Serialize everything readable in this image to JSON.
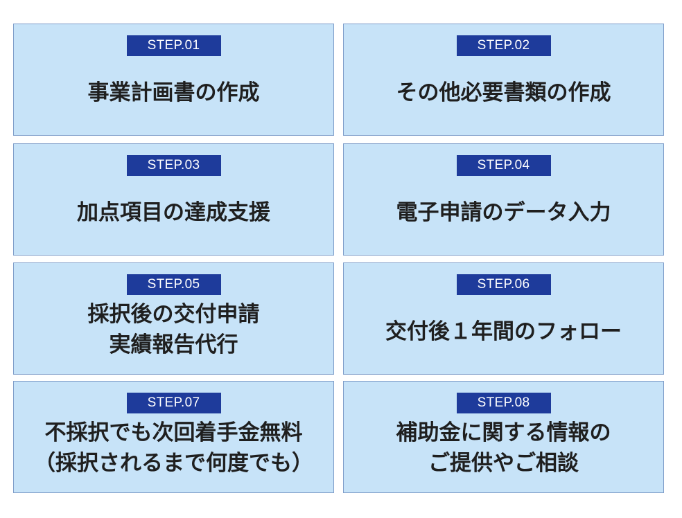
{
  "steps": [
    {
      "label": "STEP.01",
      "lines": [
        "事業計画書の作成"
      ]
    },
    {
      "label": "STEP.02",
      "lines": [
        "その他必要書類の作成"
      ]
    },
    {
      "label": "STEP.03",
      "lines": [
        "加点項目の達成支援"
      ]
    },
    {
      "label": "STEP.04",
      "lines": [
        "電子申請のデータ入力"
      ]
    },
    {
      "label": "STEP.05",
      "lines": [
        "採択後の交付申請",
        "実績報告代行"
      ]
    },
    {
      "label": "STEP.06",
      "lines": [
        "交付後１年間のフォロー"
      ]
    },
    {
      "label": "STEP.07",
      "lines": [
        "不採択でも次回着手金無料",
        "（採択されるまで何度でも）"
      ]
    },
    {
      "label": "STEP.08",
      "lines": [
        "補助金に関する情報の",
        "ご提供やご相談"
      ]
    }
  ]
}
